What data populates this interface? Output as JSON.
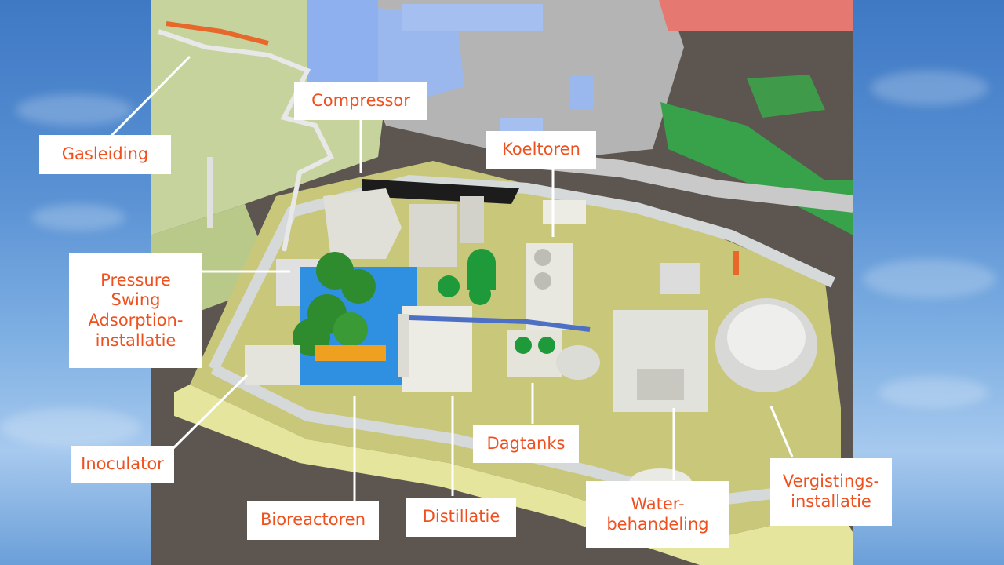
{
  "colors": {
    "label_text": "#f0501e",
    "label_box": "#ffffff",
    "leader_line": "#ffffff",
    "ground": "#c9c77a",
    "road": "#d6d9d9",
    "reactor": "#2e8b2e",
    "structure_blue": "#2f8fe0",
    "building_blue": "#9ab7ee",
    "pipe_orange": "#e8672a"
  },
  "labels": {
    "gasleiding": "Gasleiding",
    "compressor": "Compressor",
    "koeltoren": "Koeltoren",
    "psa": [
      "Pressure",
      "Swing",
      "Adsorption-",
      "installatie"
    ],
    "inoculator": "Inoculator",
    "bioreactoren": "Bioreactoren",
    "distillatie": "Distillatie",
    "dagtanks": "Dagtanks",
    "waterbehandeling": [
      "Water-",
      "behandeling"
    ],
    "vergisting": [
      "Vergistings-",
      "installatie"
    ]
  }
}
